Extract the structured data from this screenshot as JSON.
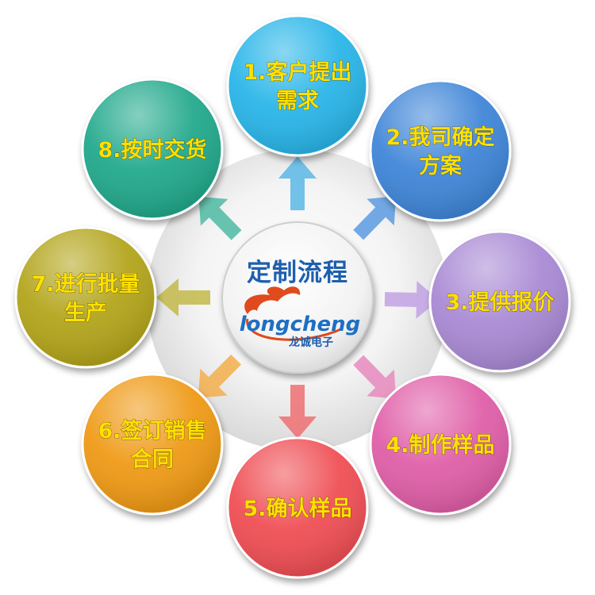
{
  "center": {
    "title": "定制流程",
    "logo_text": "longcheng",
    "logo_subtitle": "龙诚电子"
  },
  "steps": [
    {
      "lines": [
        "1.客户提出",
        "需求"
      ],
      "color": "#29b6e8",
      "arrow_color": "#5bb7e6"
    },
    {
      "lines": [
        "2.我司确定",
        "方案"
      ],
      "color": "#3f86d8",
      "arrow_color": "#5a9be0"
    },
    {
      "lines": [
        "3.提供报价"
      ],
      "color": "#a98ad4",
      "arrow_color": "#c2a2e4"
    },
    {
      "lines": [
        "4.制作样品"
      ],
      "color": "#e05fa8",
      "arrow_color": "#e889bd"
    },
    {
      "lines": [
        "5.确认样品"
      ],
      "color": "#ef4f55",
      "arrow_color": "#ef6f72"
    },
    {
      "lines": [
        "6.签订销售",
        "合同"
      ],
      "color": "#ef9a16",
      "arrow_color": "#f3ae4a"
    },
    {
      "lines": [
        "7.进行批量",
        "生产"
      ],
      "color": "#b3a51b",
      "arrow_color": "#c3b84a"
    },
    {
      "lines": [
        "8.按时交货"
      ],
      "color": "#22a98c",
      "arrow_color": "#4dbaa3"
    }
  ]
}
